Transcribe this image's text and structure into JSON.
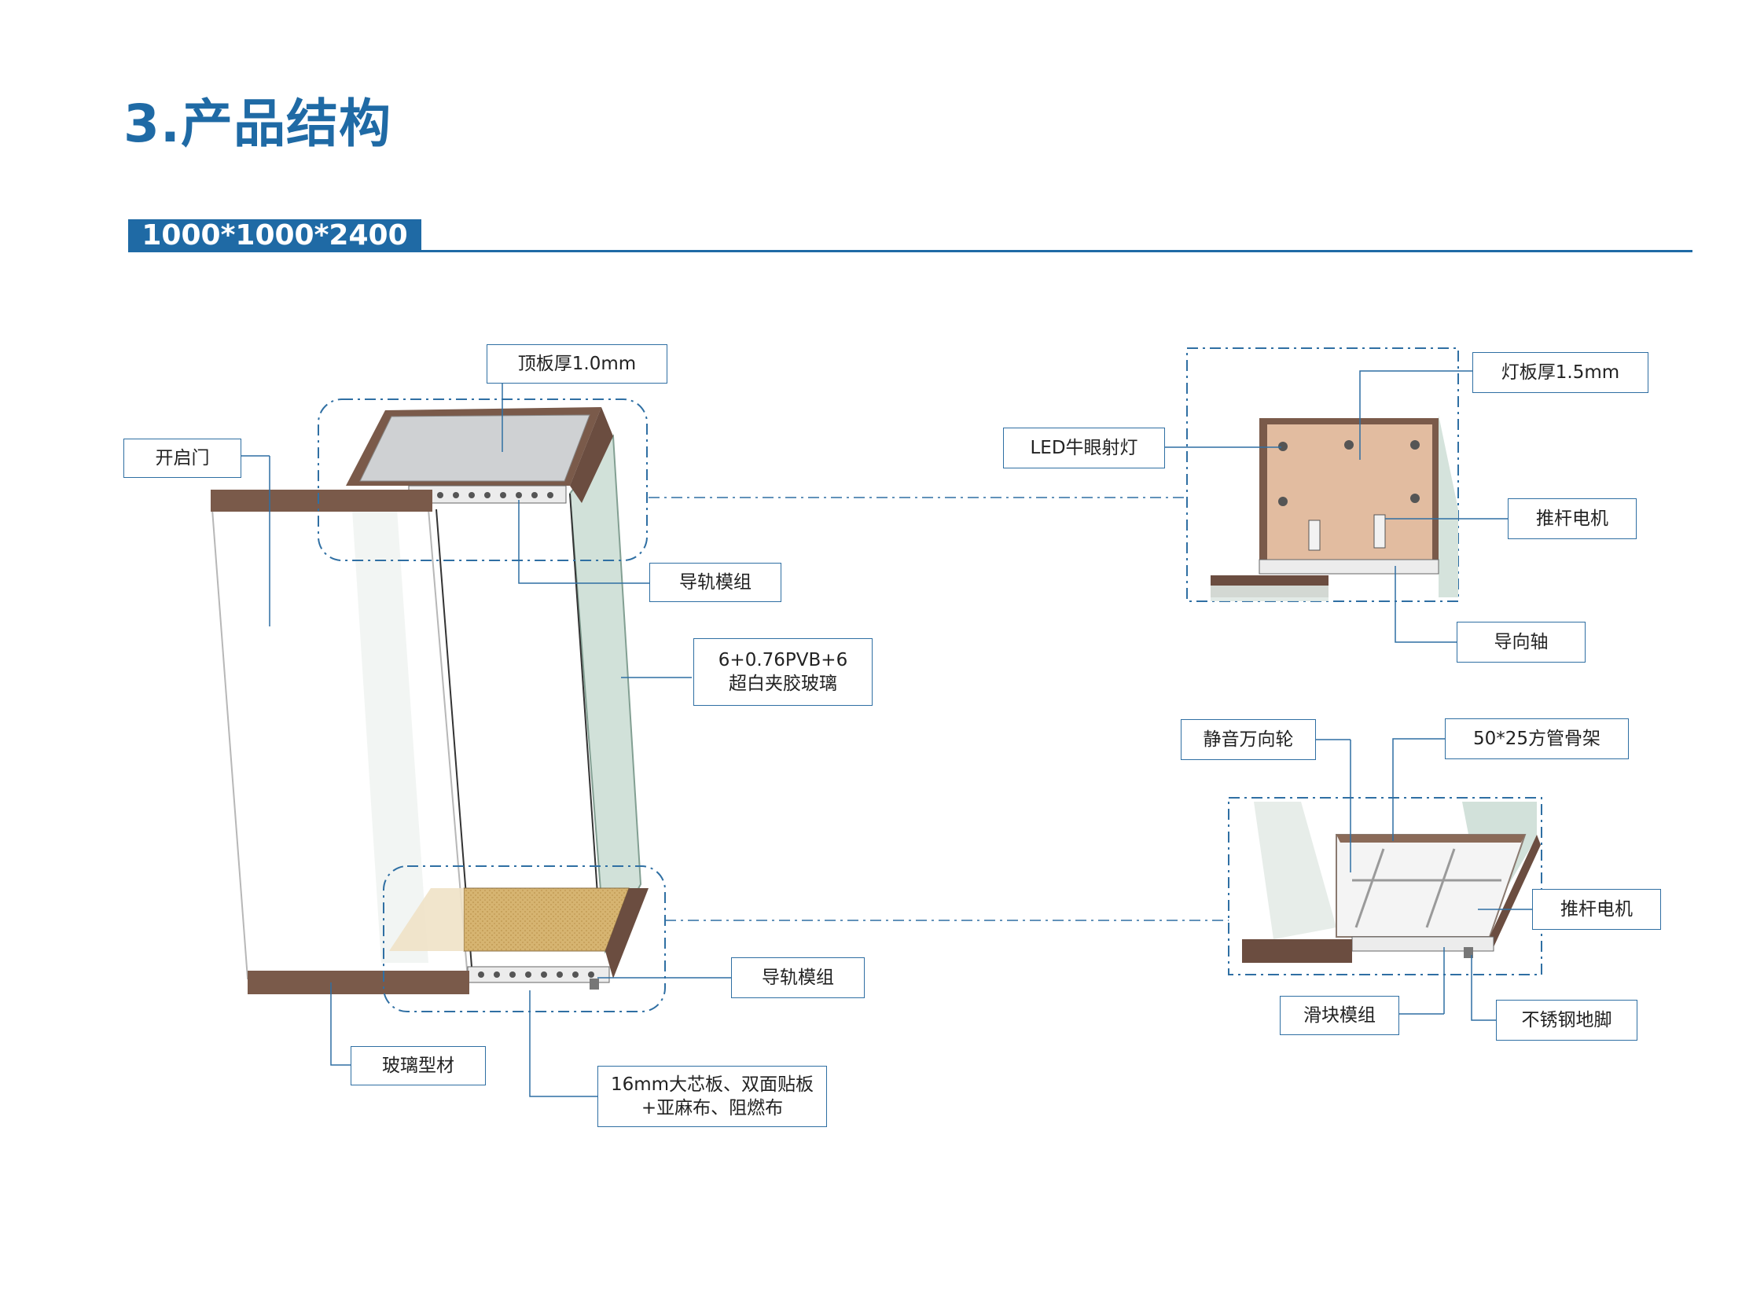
{
  "page": {
    "title": "3.产品结构",
    "size_tab": "1000*1000*2400"
  },
  "labels": {
    "top_plate": "顶板厚1.0mm",
    "open_door": "开启门",
    "rail_top": "导轨模组",
    "glass": "6+0.76PVB+6\n超白夹胶玻璃",
    "rail_bottom": "导轨模组",
    "glass_profile": "玻璃型材",
    "base_board": "16mm大芯板、双面贴板\n+亚麻布、阻燃布",
    "light_plate": "灯板厚1.5mm",
    "led_light": "LED牛眼射灯",
    "push_motor_top": "推杆电机",
    "guide_shaft": "导向轴",
    "caster": "静音万向轮",
    "tube_frame": "50*25方管骨架",
    "push_motor_bottom": "推杆电机",
    "slider": "滑块模组",
    "feet": "不锈钢地脚"
  },
  "colors": {
    "brand_blue": "#1f6aa5",
    "frame_brown": "#7a5a4a",
    "light_panel": "#e2bca0",
    "fabric": "#d6b471",
    "glass_tint": "#cfe0d8"
  }
}
